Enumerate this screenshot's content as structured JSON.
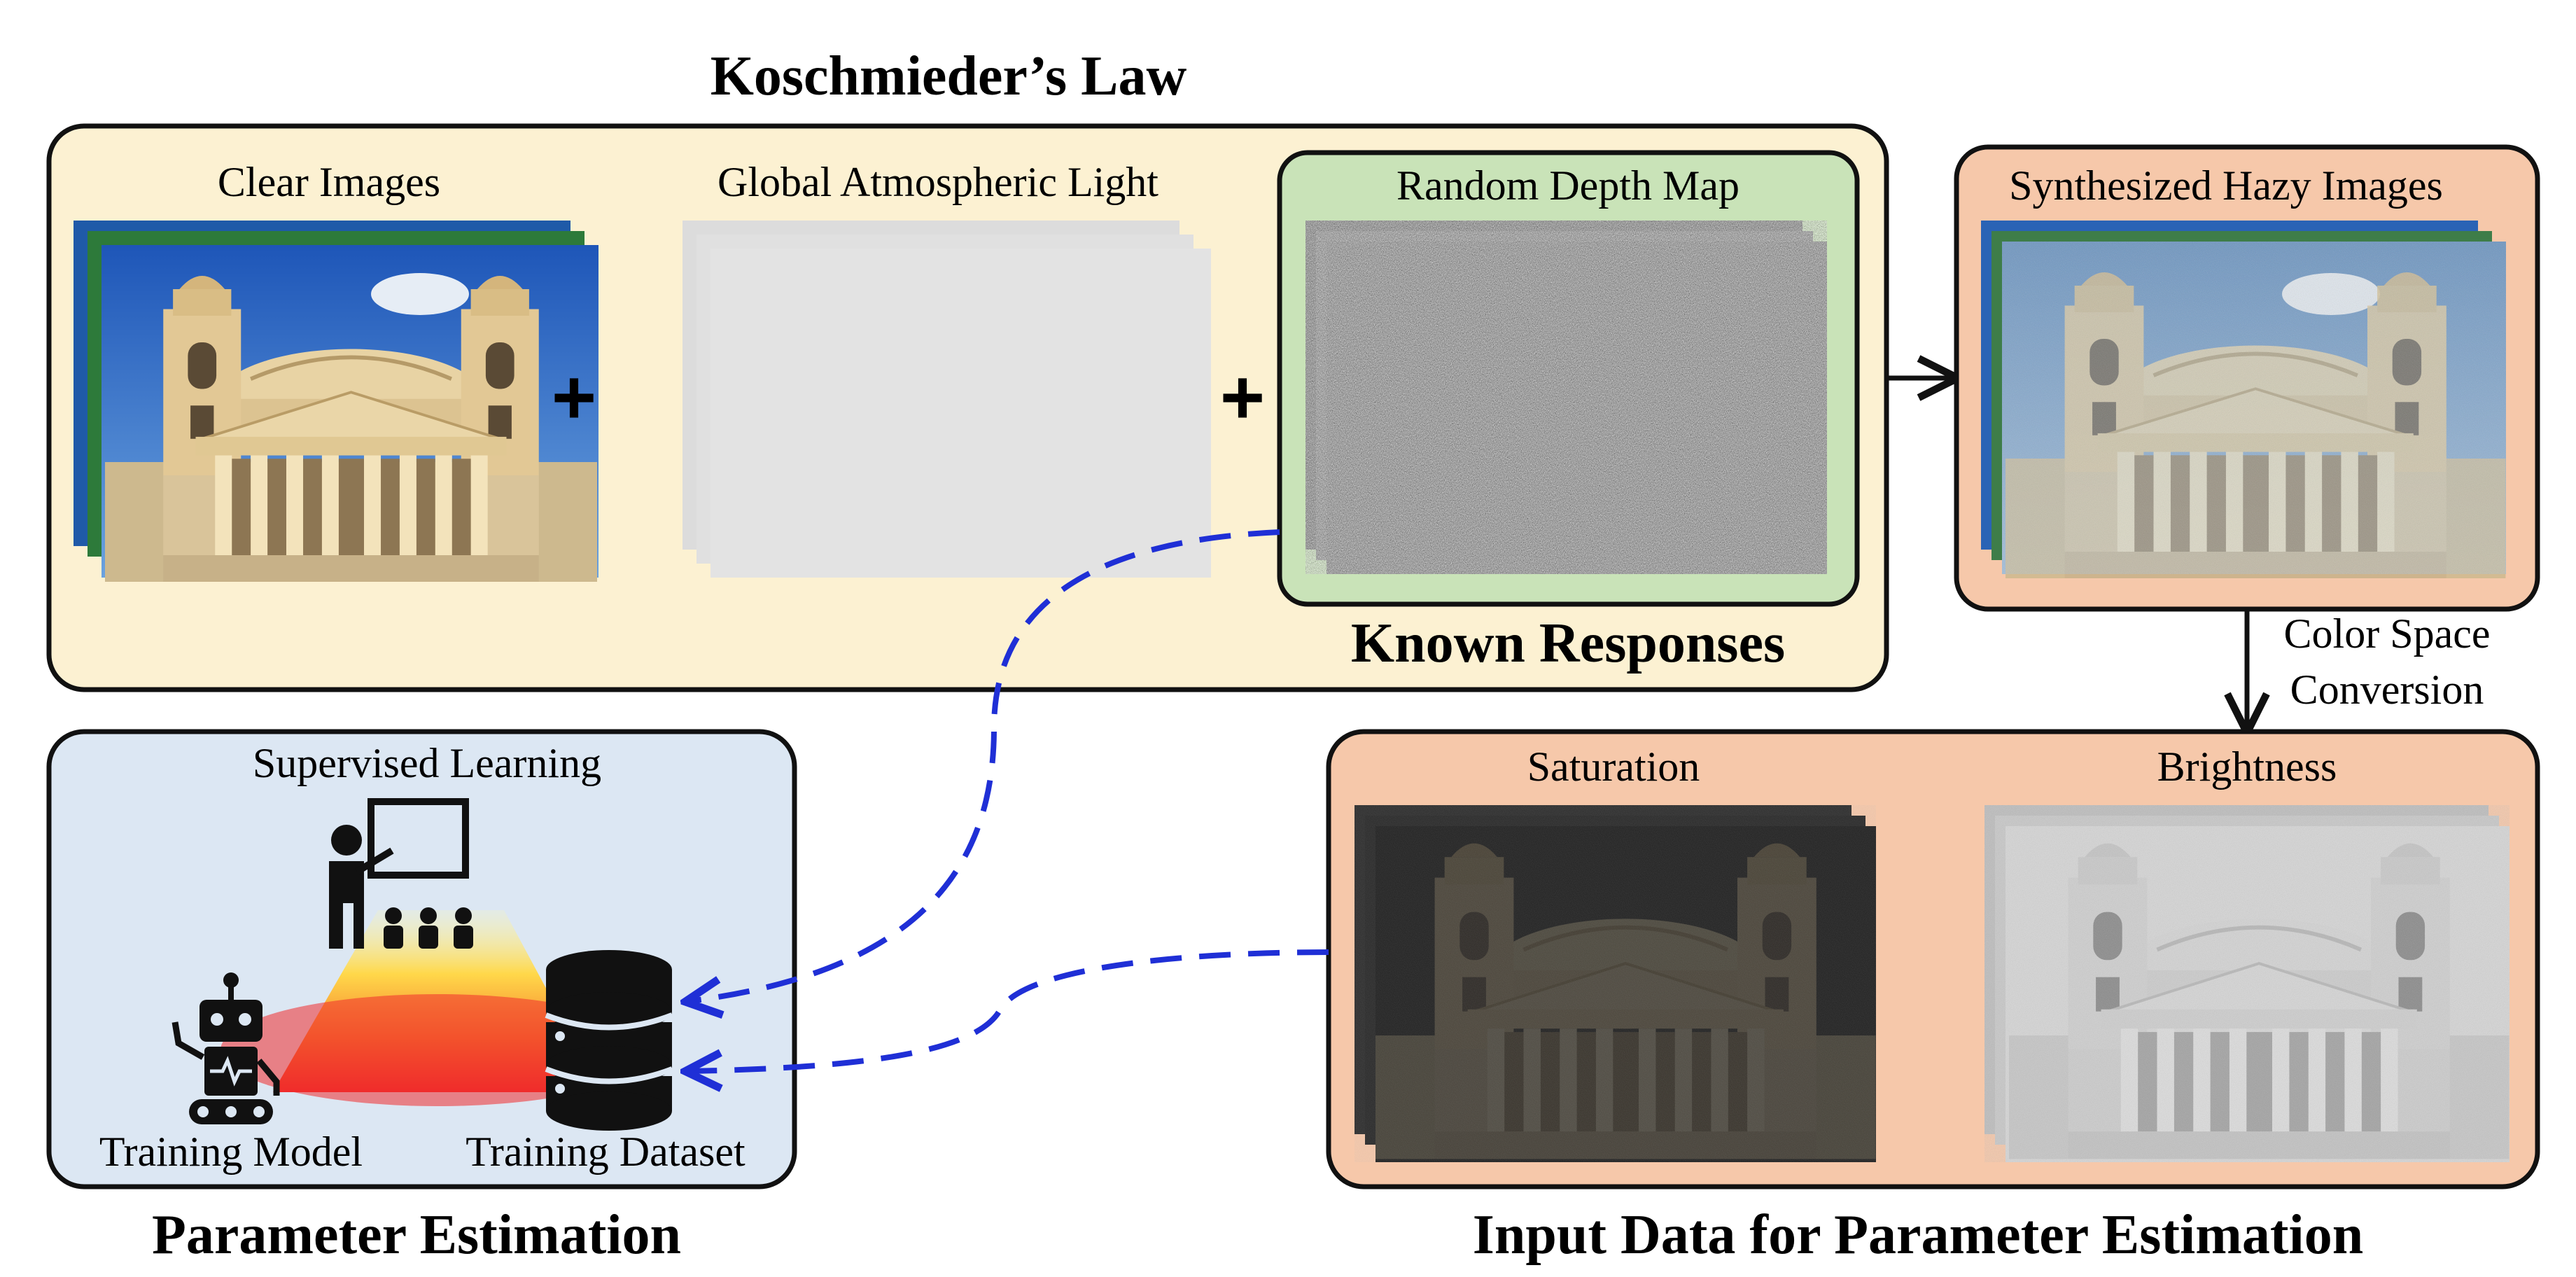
{
  "top": {
    "heading": "Koschmieder’s Law",
    "clear_images": "Clear Images",
    "atmospheric_light": "Global Atmospheric Light",
    "depth_map": "Random Depth Map",
    "known_responses": "Known Responses",
    "plus_sign": "+"
  },
  "hazy": {
    "label": "Synthesized Hazy Images",
    "conversion_line1": "Color Space",
    "conversion_line2": "Conversion"
  },
  "input": {
    "saturation": "Saturation",
    "brightness": "Brightness",
    "heading": "Input Data for Parameter Estimation"
  },
  "estimation": {
    "supervised": "Supervised Learning",
    "training_model": "Training Model",
    "training_dataset": "Training Dataset",
    "heading": "Parameter Estimation"
  },
  "colors": {
    "top_panel": "#fcf1d2",
    "depth_panel": "#c9e3b8",
    "hazy_panel": "#f6c8aa",
    "estimation_panel": "#dce7f3",
    "arrow_dashed": "#1f2fd6"
  }
}
